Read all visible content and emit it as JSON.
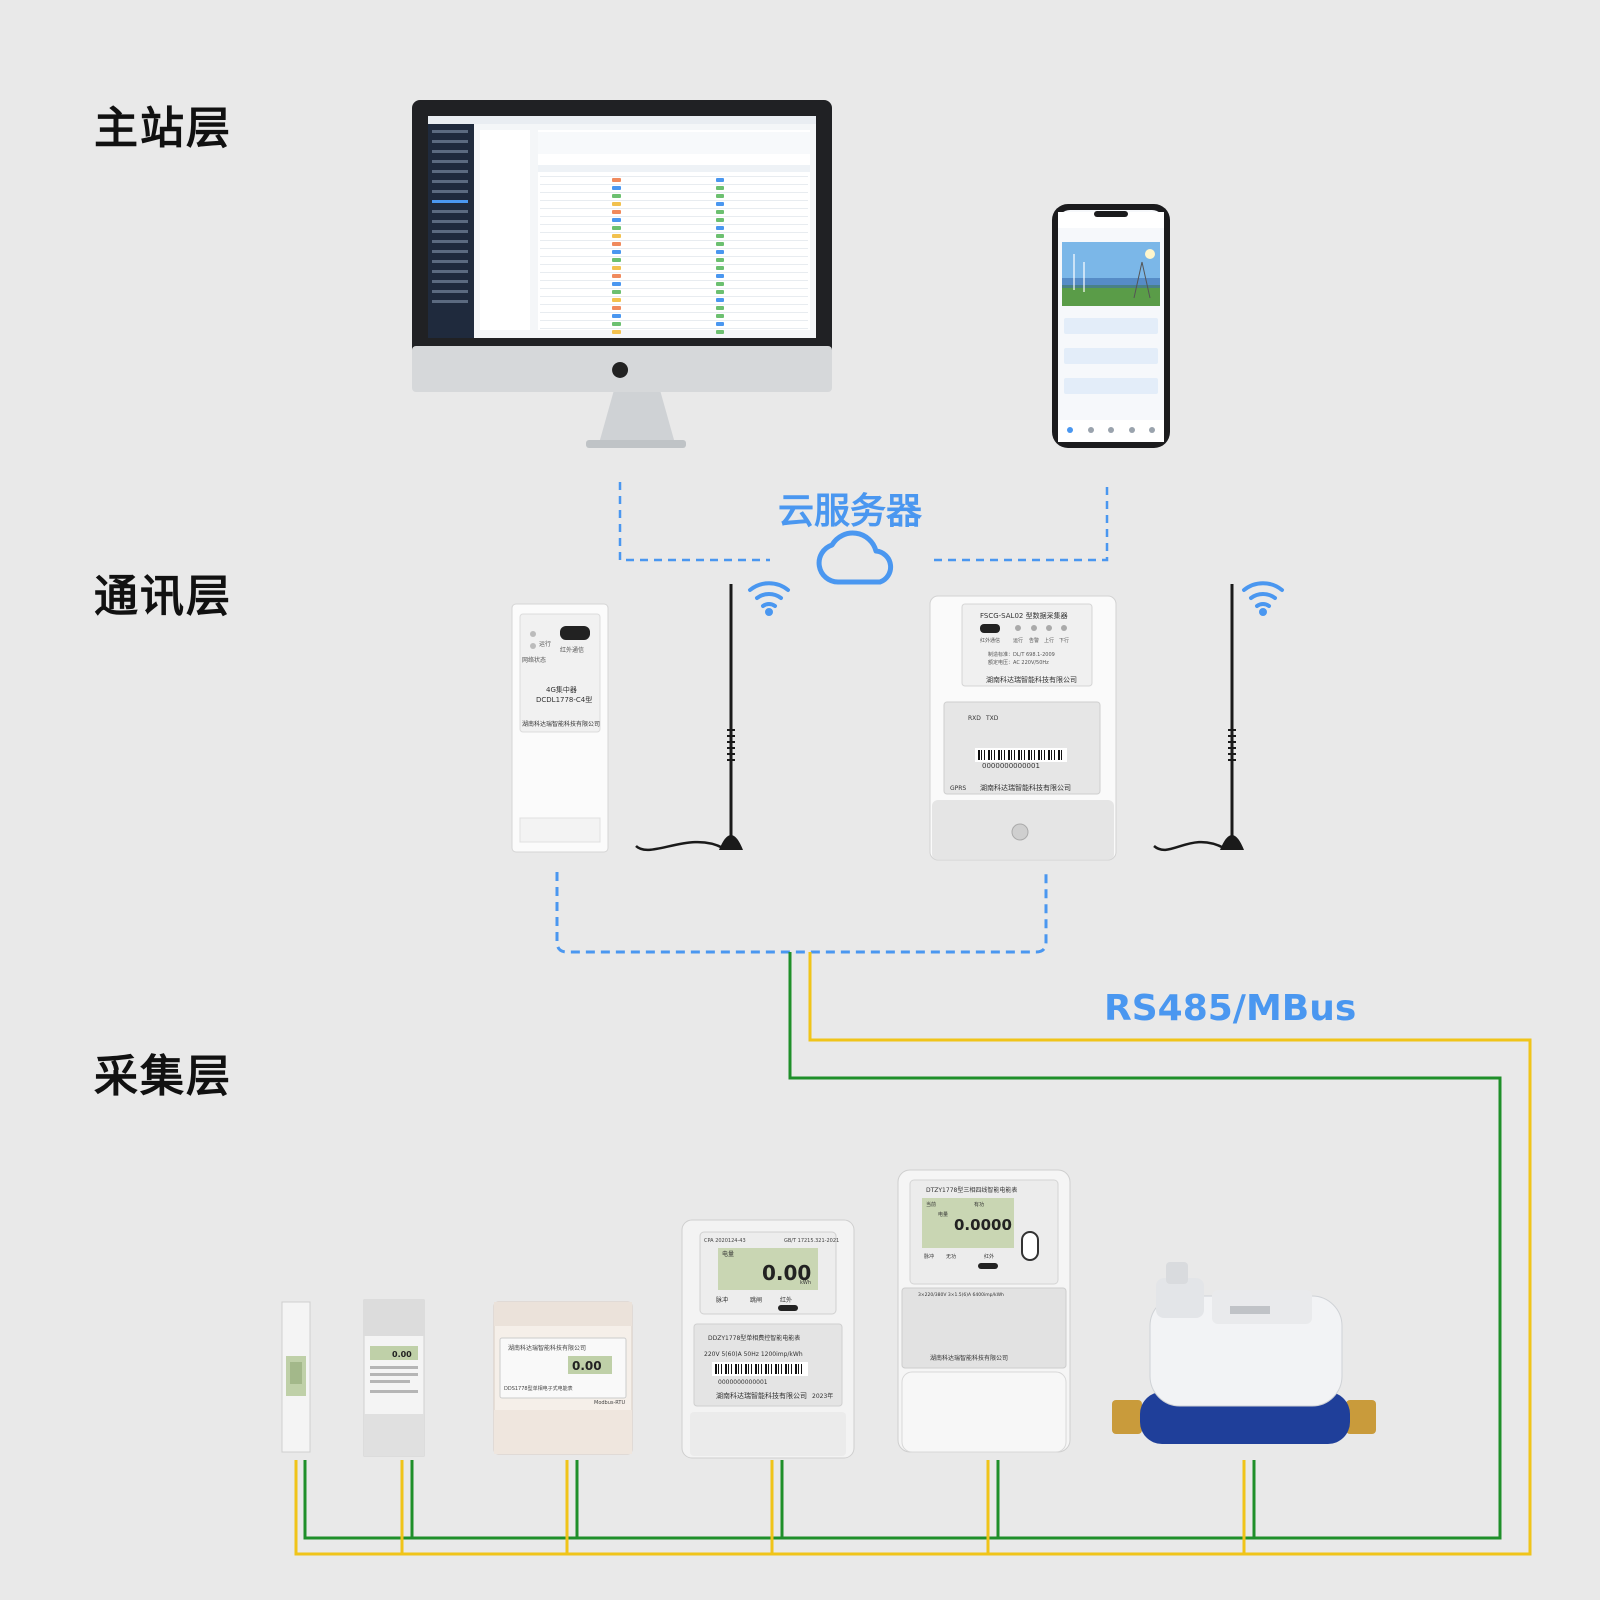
{
  "layers": {
    "master": "主站层",
    "comm": "通讯层",
    "collect": "采集层"
  },
  "links": {
    "cloud": "云服务器",
    "bus": "RS485/MBus"
  },
  "colors": {
    "background": "#e9e9e9",
    "dashed_link": "#4a97f0",
    "bus_green": "#1f8f2a",
    "bus_yellow": "#f0c419",
    "label": "#111111"
  },
  "icons": [
    "desktop-monitor-icon",
    "smartphone-icon",
    "cloud-icon",
    "wifi-icon",
    "antenna-icon",
    "water-meter-icon"
  ],
  "devices": {
    "concentrator": {
      "labels": [
        "运行",
        "网络状态",
        "红外通信"
      ],
      "name": "4G集中器",
      "model": "DCDL1778-C4型",
      "company": "湖南科达瑞智能科技有限公司"
    },
    "collector": {
      "title": "FSCG-SAL02 型数据采集器",
      "indicators": [
        "红外通信",
        "运行",
        "告警",
        "上行",
        "下行"
      ],
      "standard": "制造标准：DL/T 698.1-2009",
      "power": "额定电压：AC 220V/50Hz",
      "company": "湖南科达瑞智能科技有限公司",
      "rxd": "RXD",
      "txd": "TXD",
      "serial": "0000000000001",
      "tag": "GPRS"
    },
    "meter_single_phase": {
      "header_left": "CPA 2020124-43",
      "header_right": "GB/T 17215.321-2021",
      "reading": "0.00",
      "unit": "kWh",
      "labels": [
        "电量",
        "脉冲",
        "跳闸",
        "红外"
      ],
      "title": "DDZY1778型单相费控智能电能表",
      "spec": "220V 5(60)A 50Hz 1200imp/kWh",
      "serial": "0000000000001",
      "company": "湖南科达瑞智能科技有限公司",
      "year": "2023年"
    },
    "meter_three_phase": {
      "title": "DTZY1778型三相四线智能电能表",
      "reading": "0.0000",
      "labels": [
        "当前",
        "有功",
        "电量"
      ],
      "bottom_labels": [
        "脉冲",
        "无功",
        "红外"
      ],
      "spec": "3×220/380V 3×1.5(6)A 6400imp/kWh",
      "company": "湖南科达瑞智能科技有限公司"
    },
    "meter_din_rail": {
      "company": "湖南科达瑞智能科技有限公司",
      "title": "DDS1778型单相电子式电能表",
      "reading": "0.00",
      "tag": "Modbus-RTU"
    },
    "meter_small": {
      "reading": "0.00"
    }
  }
}
